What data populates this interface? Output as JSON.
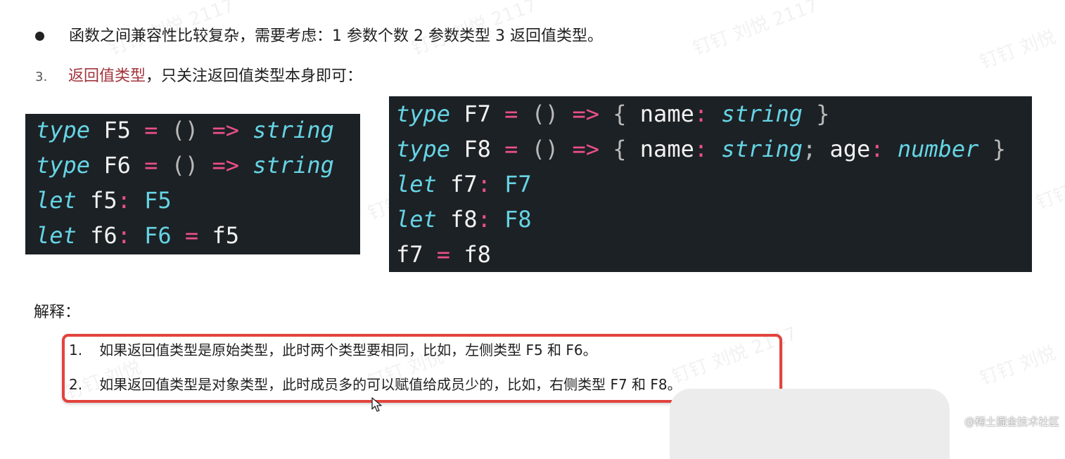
{
  "watermark": "钉钉 刘悦 2117",
  "watermark_short": "钉钉 刘悦",
  "bullet": {
    "text": "函数之间兼容性比较复杂，需要考虑：1 参数个数 2 参数类型 3 返回值类型。"
  },
  "heading": {
    "number": "3.",
    "emphasis": "返回值类型",
    "rest": "，只关注返回值类型本身即可："
  },
  "code_left": {
    "lines": [
      [
        [
          "kw",
          "type"
        ],
        [
          "id",
          " F5 "
        ],
        [
          "op",
          "="
        ],
        [
          "pu",
          " () "
        ],
        [
          "op",
          "=>"
        ],
        [
          "kw",
          " string"
        ]
      ],
      [
        [
          "kw",
          "type"
        ],
        [
          "id",
          " F6 "
        ],
        [
          "op",
          "="
        ],
        [
          "pu",
          " () "
        ],
        [
          "op",
          "=>"
        ],
        [
          "kw",
          " string"
        ]
      ],
      [
        [
          "kw",
          "let"
        ],
        [
          "id",
          " f5"
        ],
        [
          "op",
          ":"
        ],
        [
          "ty",
          " F5"
        ]
      ],
      [
        [
          "kw",
          "let"
        ],
        [
          "id",
          " f6"
        ],
        [
          "op",
          ":"
        ],
        [
          "ty",
          " F6 "
        ],
        [
          "op",
          "="
        ],
        [
          "id",
          " f5"
        ]
      ]
    ]
  },
  "code_right": {
    "lines": [
      [
        [
          "kw",
          "type"
        ],
        [
          "id",
          " F7 "
        ],
        [
          "op",
          "="
        ],
        [
          "pu",
          " () "
        ],
        [
          "op",
          "=>"
        ],
        [
          "pu",
          " { "
        ],
        [
          "id",
          "name"
        ],
        [
          "op",
          ":"
        ],
        [
          "kw",
          " string"
        ],
        [
          "pu",
          " }"
        ]
      ],
      [
        [
          "kw",
          "type"
        ],
        [
          "id",
          " F8 "
        ],
        [
          "op",
          "="
        ],
        [
          "pu",
          " () "
        ],
        [
          "op",
          "=>"
        ],
        [
          "pu",
          " { "
        ],
        [
          "id",
          "name"
        ],
        [
          "op",
          ":"
        ],
        [
          "kw",
          " string"
        ],
        [
          "pu",
          ";"
        ],
        [
          "id",
          " age"
        ],
        [
          "op",
          ":"
        ],
        [
          "kw",
          " number"
        ],
        [
          "pu",
          " }"
        ]
      ],
      [
        [
          "kw",
          "let"
        ],
        [
          "id",
          " f7"
        ],
        [
          "op",
          ":"
        ],
        [
          "ty",
          " F7"
        ]
      ],
      [
        [
          "kw",
          "let"
        ],
        [
          "id",
          " f8"
        ],
        [
          "op",
          ":"
        ],
        [
          "ty",
          " F8"
        ]
      ],
      [
        [
          "id",
          "f7 "
        ],
        [
          "op",
          "="
        ],
        [
          "id",
          " f8"
        ]
      ]
    ]
  },
  "explanation": {
    "label": "解释：",
    "items": [
      {
        "num": "1.",
        "text": "如果返回值类型是原始类型，此时两个类型要相同，比如，左侧类型 F5 和 F6。"
      },
      {
        "num": "2.",
        "text": "如果返回值类型是对象类型，此时成员多的可以赋值给成员少的，比如，右侧类型 F7 和 F8。"
      }
    ]
  },
  "corner_label": "@稀土掘金技术社区",
  "colors": {
    "code_bg": "#1c2125",
    "keyword": "#66d4e4",
    "operator": "#ec4f8a",
    "emphasis": "#a3343c",
    "highlight_box": "#e2433e"
  },
  "icons": {
    "bullet": "bullet-dot",
    "pointer": "mouse-cursor-icon"
  }
}
